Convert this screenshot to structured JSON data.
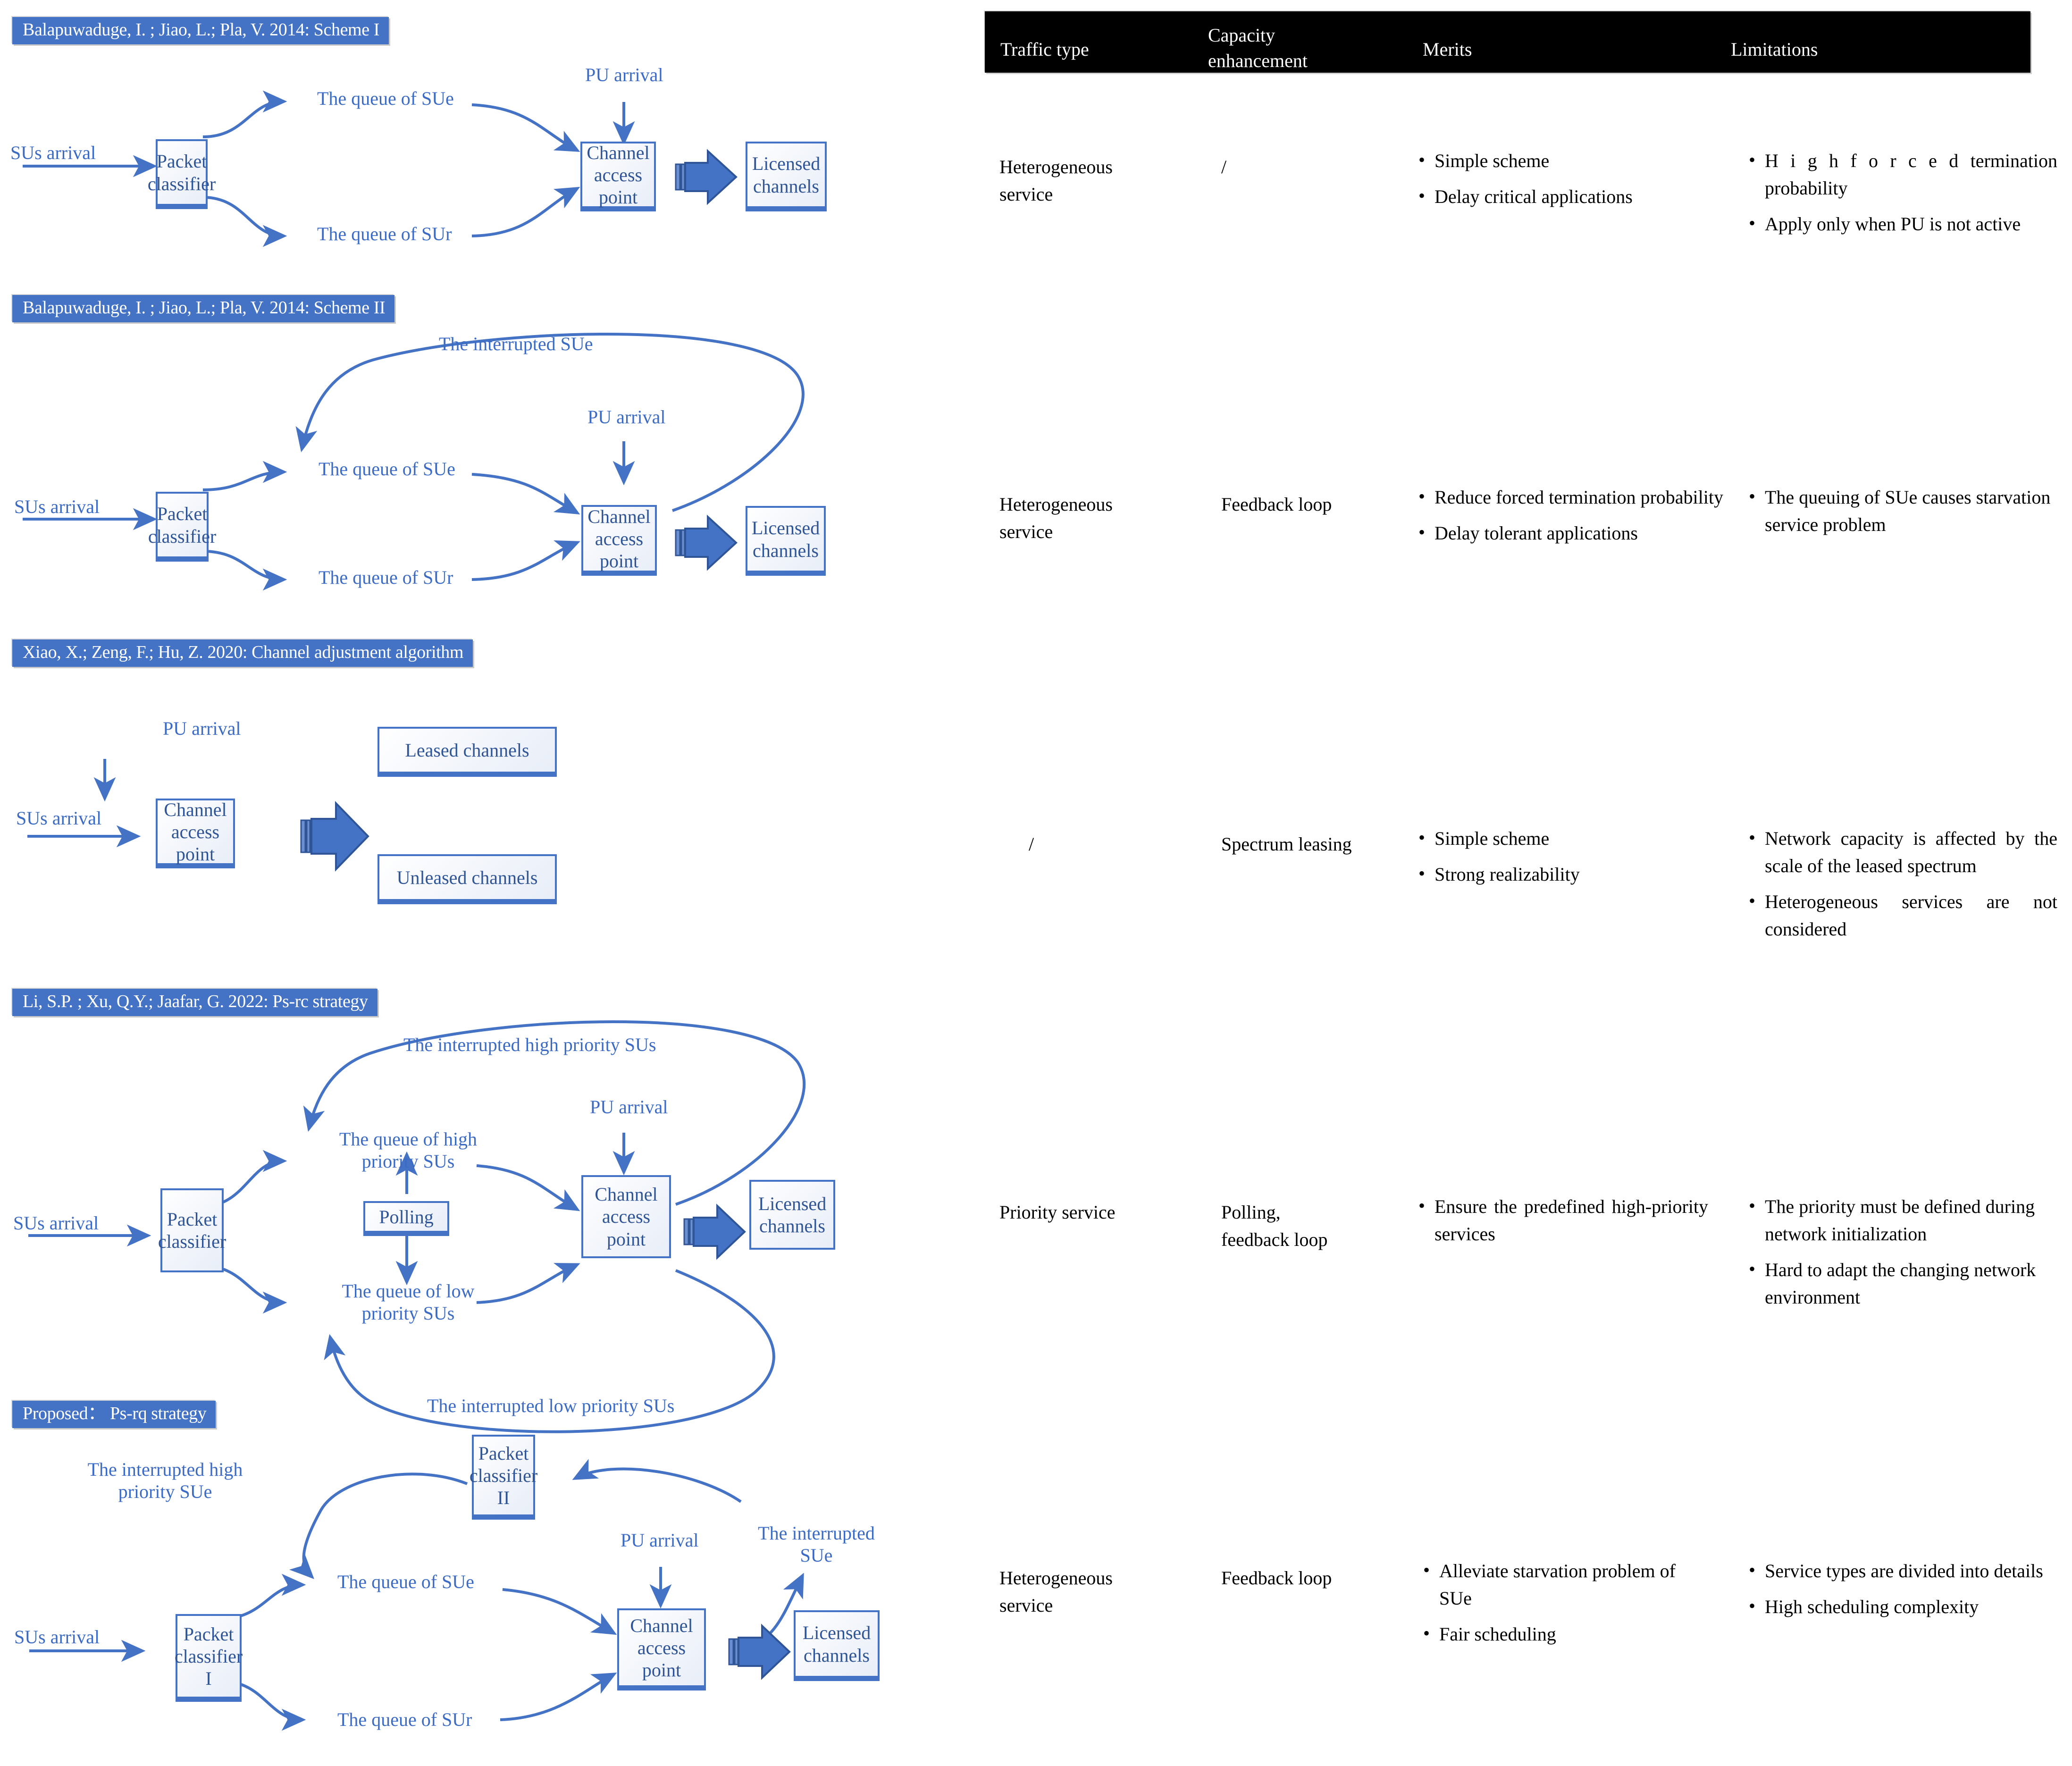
{
  "palette": {
    "title_bar_bg": "#4472C4",
    "node_border": "#4472C4",
    "node_text": "#2F5597",
    "label_text": "#3B6BC4",
    "arrow": "#4472C4",
    "table_header_bg": "#000000",
    "table_header_text": "#FFFFFF",
    "page_bg": "#FFFFFF"
  },
  "table": {
    "headers": [
      "Traffic type",
      "Capacity enhancement",
      "Merits",
      "Limitations"
    ],
    "rows": [
      {
        "traffic_type": "Heterogeneous service",
        "capacity_enhancement": "/",
        "merits": [
          "Simple scheme",
          "Delay critical applications"
        ],
        "limitations": [
          "H i g h   f o r c e d   termination probability",
          "Apply only when PU is not active"
        ]
      },
      {
        "traffic_type": "Heterogeneous service",
        "capacity_enhancement": "Feedback loop",
        "merits": [
          "Reduce forced termination probability",
          "Delay tolerant applications"
        ],
        "limitations": [
          "The queuing of SUe causes starvation service problem"
        ]
      },
      {
        "traffic_type": "/",
        "capacity_enhancement": "Spectrum leasing",
        "merits": [
          "Simple scheme",
          "Strong realizability"
        ],
        "limitations": [
          "Network capacity is affected by the scale of the leased spectrum",
          "Heterogeneous services are not considered"
        ]
      },
      {
        "traffic_type": "Priority service",
        "capacity_enhancement": "Polling, feedback loop",
        "merits": [
          "Ensure the predefined high-priority services"
        ],
        "limitations": [
          "The priority must  be defined during network initialization",
          "Hard to adapt the changing network environment"
        ]
      },
      {
        "traffic_type": "Heterogeneous service",
        "capacity_enhancement": "Feedback loop",
        "merits": [
          "Alleviate starvation problem of SUe",
          "Fair scheduling"
        ],
        "limitations": [
          "Service types are divided into details",
          "High scheduling complexity"
        ]
      }
    ]
  },
  "diagrams": [
    {
      "id": "scheme-1",
      "title": "Balapuwaduge, I. ; Jiao, L.; Pla, V. 2014: Scheme I",
      "labels": {
        "sus_arrival": "SUs arrival",
        "pu_arrival": "PU arrival",
        "queue_sue": "The queue of SUe",
        "queue_sur": "The queue of SUr"
      },
      "nodes": {
        "packet_classifier": "Packet classifier",
        "channel_access_point": "Channel access point",
        "licensed_channels": "Licensed channels"
      }
    },
    {
      "id": "scheme-2",
      "title": "Balapuwaduge, I. ; Jiao, L.; Pla, V. 2014: Scheme II",
      "labels": {
        "sus_arrival": "SUs arrival",
        "pu_arrival": "PU arrival",
        "queue_sue": "The queue of SUe",
        "queue_sur": "The queue of SUr",
        "interrupted_sue": "The interrupted SUe"
      },
      "nodes": {
        "packet_classifier": "Packet classifier",
        "channel_access_point": "Channel access point",
        "licensed_channels": "Licensed channels"
      }
    },
    {
      "id": "channel-adjustment",
      "title": "Xiao, X.; Zeng, F.; Hu, Z. 2020: Channel adjustment algorithm",
      "labels": {
        "sus_arrival": "SUs arrival",
        "pu_arrival": "PU arrival"
      },
      "nodes": {
        "channel_access_point": "Channel access point",
        "leased_channels": "Leased channels",
        "unleased_channels": "Unleased channels"
      }
    },
    {
      "id": "ps-rc",
      "title": "Li, S.P. ; Xu, Q.Y.; Jaafar, G. 2022: Ps-rc strategy",
      "labels": {
        "sus_arrival": "SUs arrival",
        "pu_arrival": "PU arrival",
        "queue_high": "The queue of  high priority SUs",
        "queue_low": "The queue of  low priority SUs",
        "interrupted_high": "The interrupted high priority SUs",
        "interrupted_low": "The interrupted low priority SUs"
      },
      "nodes": {
        "packet_classifier": "Packet classifier",
        "polling": "Polling",
        "channel_access_point": "Channel access point",
        "licensed_channels": "Licensed channels"
      }
    },
    {
      "id": "ps-rq",
      "title": "Proposed： Ps-rq strategy",
      "labels": {
        "sus_arrival": "SUs arrival",
        "pu_arrival": "PU arrival",
        "queue_sue": "The queue of  SUe",
        "queue_sur": "The queue of  SUr",
        "interrupted_high_sue": "The interrupted high priority SUe",
        "interrupted_sue": "The interrupted SUe"
      },
      "nodes": {
        "packet_classifier_1": "Packet classifier I",
        "packet_classifier_2": "Packet classifier II",
        "channel_access_point": "Channel access point",
        "licensed_channels": "Licensed channels"
      }
    }
  ]
}
